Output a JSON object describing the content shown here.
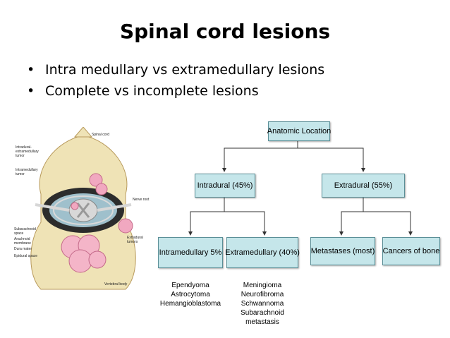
{
  "slide": {
    "title": "Spinal cord lesions",
    "bullets": [
      "Intra medullary vs extramedullary lesions",
      "Complete vs incomplete lesions"
    ]
  },
  "tree": {
    "root": "Anatomic Location",
    "intradural": "Intradural (45%)",
    "extradural": "Extradural (55%)",
    "intramedullary": "Intramedullary 5%",
    "extramedullary": "Extramedullary (40%)",
    "metastases": "Metastases (most)",
    "bone": "Cancers of bone",
    "intramedullary_examples": [
      "Ependyoma",
      "Astrocytoma",
      "Hemangioblastoma"
    ],
    "extramedullary_examples": [
      "Meningioma",
      "Neurofibroma",
      "Schwannoma",
      "Subarachnoid metastasis"
    ]
  },
  "figure": {
    "labels": {
      "spinal_cord": "Spinal cord",
      "intradural_extramedullary": "Intradural-extramedullary tumor",
      "intramedullary": "Intramedullary tumor",
      "nerve_root": "Nerve root",
      "subarachnoid": "Subarachnoid space",
      "arachnoid": "Arachnoid membrane",
      "dura": "Dura mater",
      "epidural": "Epidural space",
      "extradural": "Extradural tumors",
      "vertebral_body": "Vertebral body"
    }
  }
}
